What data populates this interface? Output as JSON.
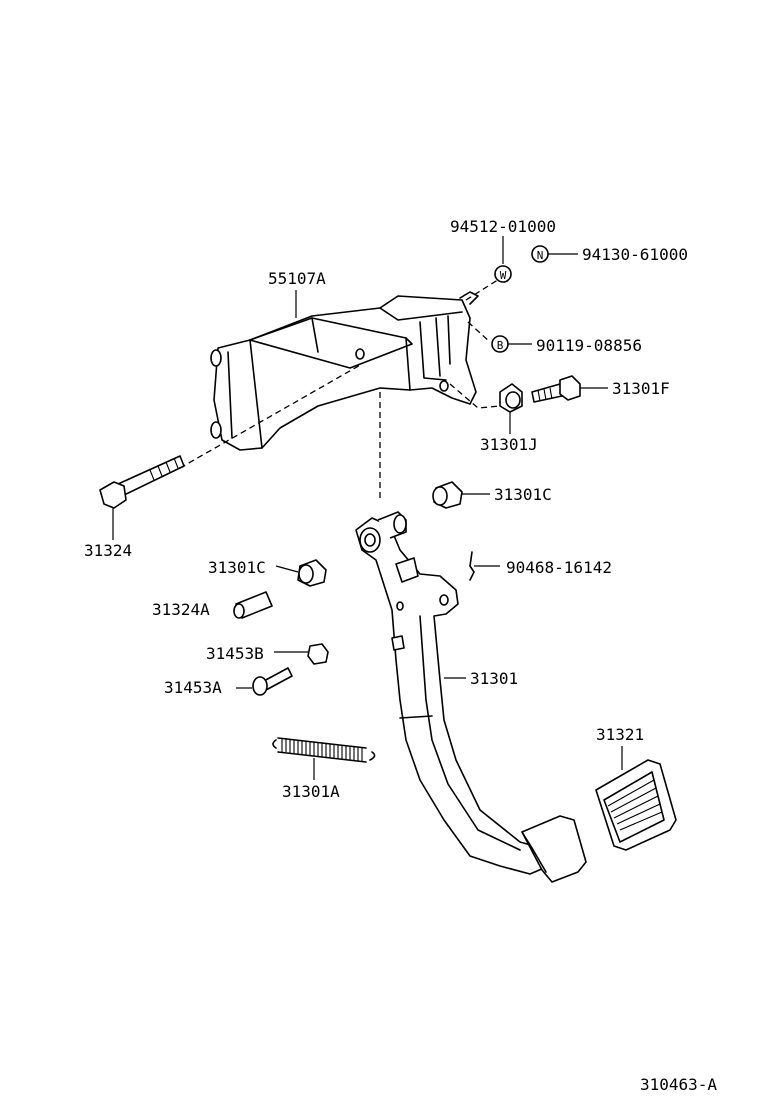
{
  "parts": {
    "bolt_washer": "94512-01000",
    "nut": "94130-61000",
    "bracket": "55107A",
    "bolt": "90119-08856",
    "bolt_f": "31301F",
    "bushing_j": "31301J",
    "bushing_c_upper": "31301C",
    "clip": "90468-16142",
    "bushing_c_lower": "31301C",
    "long_bolt": "31324",
    "collar": "31324A",
    "pin_b": "31453B",
    "pin_a": "31453A",
    "pedal": "31301",
    "spring": "31301A",
    "pad": "31321"
  },
  "symbols": {
    "w": "W",
    "n": "N",
    "b": "B"
  },
  "figure_id": "310463-A"
}
